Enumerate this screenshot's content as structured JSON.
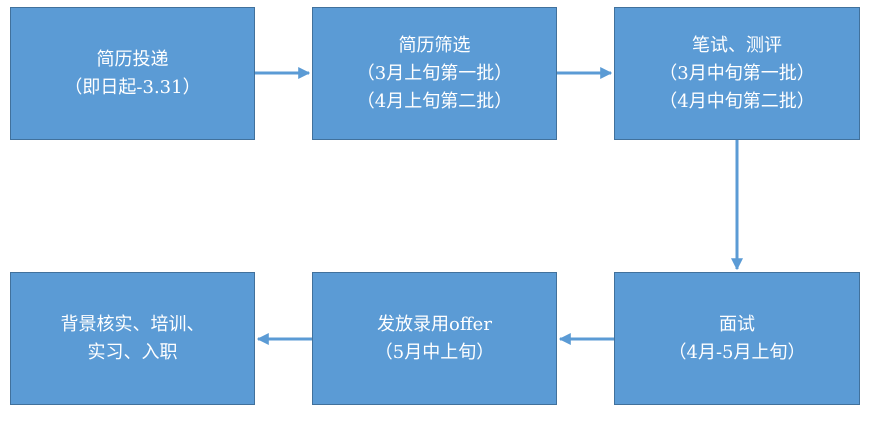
{
  "flow": {
    "steps": [
      {
        "lines": [
          "简历投递",
          "（即日起-3.31）"
        ]
      },
      {
        "lines": [
          "简历筛选",
          "（3月上旬第一批）",
          "（4月上旬第二批）"
        ]
      },
      {
        "lines": [
          "笔试、测评",
          "（3月中旬第一批）",
          "（4月中旬第二批）"
        ]
      },
      {
        "lines": [
          "面试",
          "（4月-5月上旬）"
        ]
      },
      {
        "lines": [
          "发放录用offer",
          "（5月中上旬）"
        ]
      },
      {
        "lines": [
          "背景核实、培训、",
          "实习、入职"
        ]
      }
    ],
    "colors": {
      "box_fill": "#5b9bd5",
      "box_border": "#41719c",
      "arrow": "#5b9bd5",
      "text": "#ffffff"
    }
  }
}
